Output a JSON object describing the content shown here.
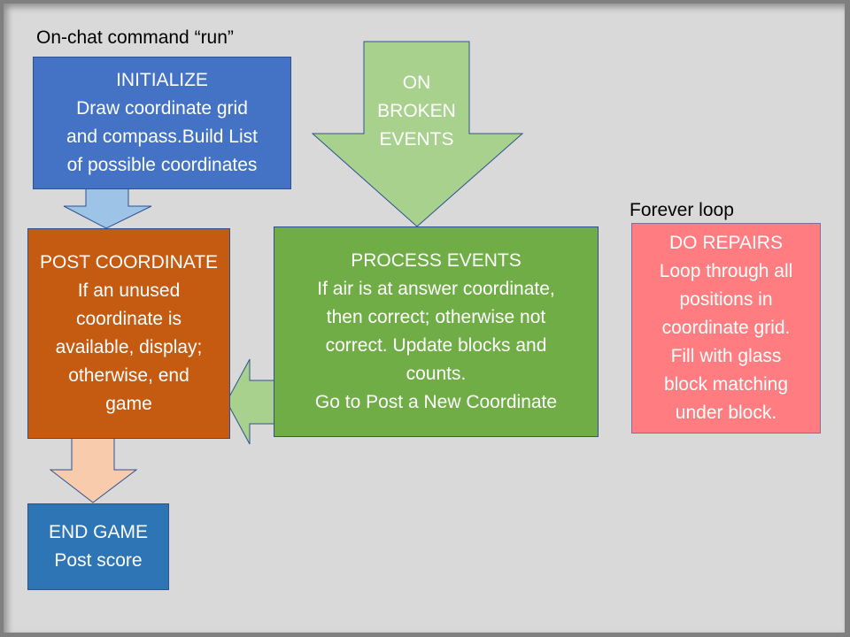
{
  "colors": {
    "background": "#d9d9d9",
    "frame": "#7f7f7f",
    "initialize": "#4472c4",
    "post_coordinate": "#c55a11",
    "process_events": "#70ad47",
    "do_repairs": "#ff7c80",
    "end_game": "#2e75b6",
    "arrow_blue": "#9dc3e6",
    "arrow_green": "#a9d18e",
    "arrow_peach": "#f8cbad",
    "outline": "#2f528f"
  },
  "labels": {
    "trigger": "On-chat command “run”",
    "forever": "Forever loop"
  },
  "initialize": {
    "lines": [
      "INITIALIZE",
      "Draw coordinate grid",
      "and compass.Build List",
      "of possible coordinates"
    ]
  },
  "on_broken": {
    "lines": [
      "ON",
      "BROKEN",
      "EVENTS"
    ]
  },
  "post_coordinate": {
    "lines": [
      "POST COORDINATE",
      "If an unused",
      "coordinate is",
      "available, display;",
      "otherwise, end",
      "game"
    ]
  },
  "process_events": {
    "lines": [
      "PROCESS EVENTS",
      "If air is at answer  coordinate,",
      "then correct; otherwise not",
      "correct. Update blocks and",
      "counts.",
      "Go to Post a New Coordinate"
    ]
  },
  "do_repairs": {
    "lines": [
      "DO REPAIRS",
      "Loop through all",
      "positions in",
      "coordinate grid.",
      "Fill with glass",
      "block matching",
      "under block."
    ]
  },
  "end_game": {
    "lines": [
      "END GAME",
      "Post score"
    ]
  }
}
